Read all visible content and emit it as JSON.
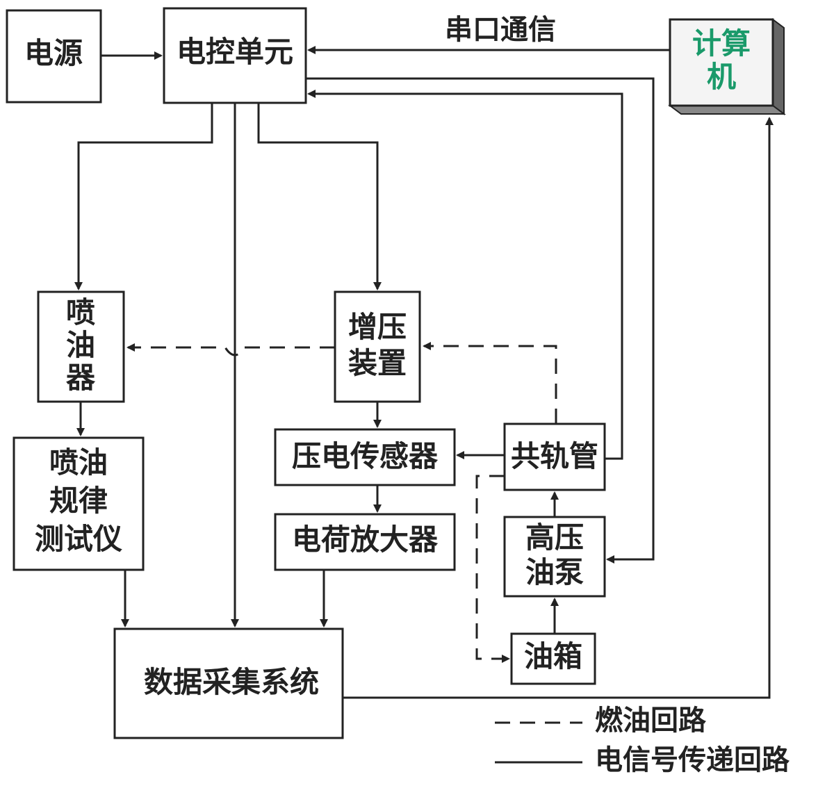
{
  "nodes": {
    "power": "电源",
    "ecu": "电控单元",
    "computer": [
      "计算",
      "机"
    ],
    "injector": [
      "喷",
      "油",
      "器"
    ],
    "booster": [
      "增压",
      "装置"
    ],
    "piezo": "压电传感器",
    "rail": "共轨管",
    "tester": [
      "喷油",
      "规律",
      "测试仪"
    ],
    "charge_amp": "电荷放大器",
    "hp_pump": [
      "高压",
      "油泵"
    ],
    "daq": "数据采集系统",
    "tank": "油箱"
  },
  "edge_labels": {
    "serial": "串口通信"
  },
  "legend": {
    "fuel": "燃油回路",
    "signal": "电信号传递回路"
  },
  "colors": {
    "line": "#222222",
    "computer_text": "#1a9a6a",
    "computer_face": "#f4f4f4"
  }
}
